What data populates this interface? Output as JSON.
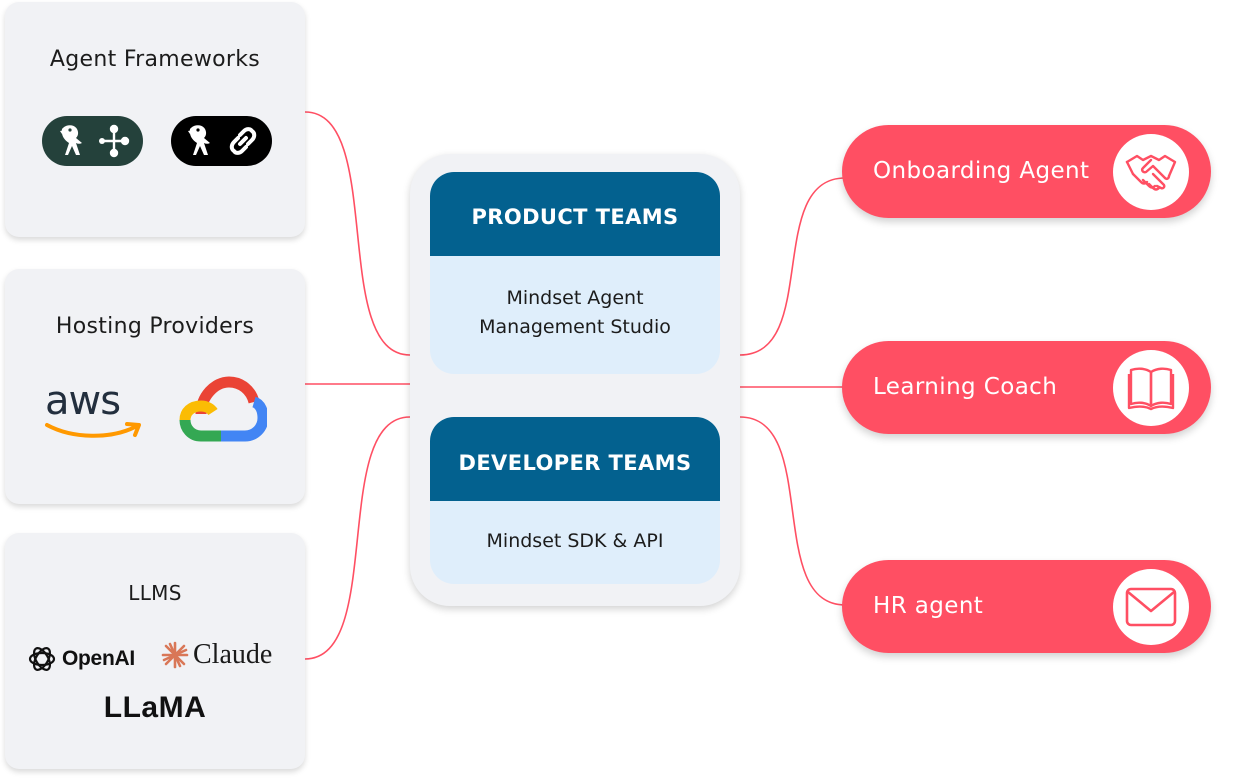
{
  "sources": {
    "agent_frameworks": {
      "title": "Agent Frameworks",
      "logos": [
        "langgraph-logo",
        "langchain-logo"
      ]
    },
    "hosting_providers": {
      "title": "Hosting Providers",
      "aws_label": "aws",
      "logos": [
        "aws-logo",
        "google-cloud-logo"
      ]
    },
    "llms": {
      "title": "LLMS",
      "openai_label": "OpenAI",
      "claude_label": "Claude",
      "llama_label": "LLaMA"
    }
  },
  "center": {
    "product_teams": {
      "title": "PRODUCT TEAMS",
      "description": "Mindset Agent Management Studio"
    },
    "developer_teams": {
      "title": "DEVELOPER TEAMS",
      "description": "Mindset SDK & API"
    }
  },
  "agents": [
    {
      "label": "Onboarding Agent",
      "icon": "handshake-icon"
    },
    {
      "label": "Learning Coach",
      "icon": "book-icon"
    },
    {
      "label": "HR agent",
      "icon": "envelope-icon"
    }
  ],
  "colors": {
    "connector": "#ff4f63",
    "agent_pill": "#ff4f63",
    "team_header": "#03618f",
    "team_body": "#dfeefb",
    "card_bg": "#f1f2f5"
  }
}
